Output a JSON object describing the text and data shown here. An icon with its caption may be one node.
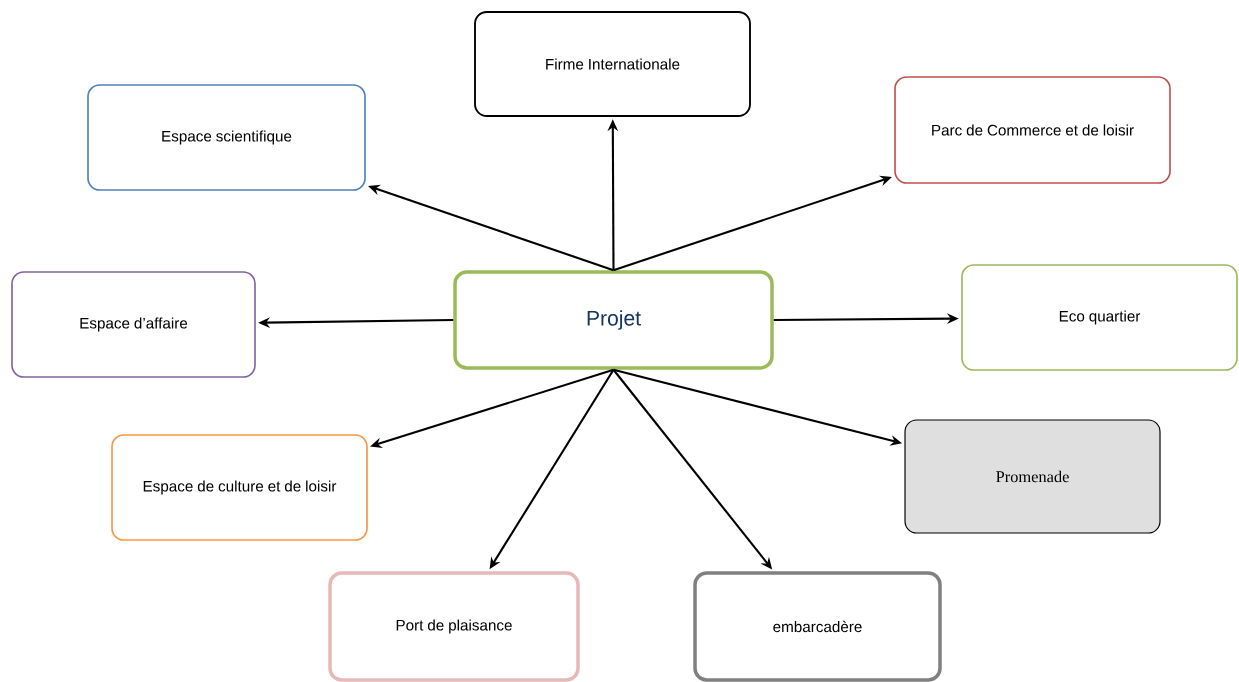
{
  "diagram": {
    "nodes": [
      {
        "text": [
          "Firme Internationale"
        ]
      },
      {
        "text": [
          "Espace scientifique"
        ]
      },
      {
        "text": [
          "Parc de Commerce et de loisir"
        ]
      },
      {
        "text": [
          "Espace d’affaire"
        ]
      },
      {
        "text": [
          "Projet"
        ]
      },
      {
        "text": [
          "Eco quartier"
        ]
      },
      {
        "text": [
          "Espace de culture et de loisir"
        ]
      },
      {
        "text": [
          "Promenade"
        ]
      },
      {
        "text": [
          "Port de plaisance"
        ]
      },
      {
        "text": [
          "embarcadère"
        ]
      }
    ],
    "edges": [
      {
        "from": 4,
        "to": 1,
        "arrow": "to"
      },
      {
        "from": 4,
        "to": 0,
        "arrow": "to"
      },
      {
        "from": 4,
        "to": 2,
        "arrow": "to"
      },
      {
        "from": 4,
        "to": 3,
        "arrow": "to"
      },
      {
        "from": 4,
        "to": 5,
        "arrow": "to"
      },
      {
        "from": 4,
        "to": 6,
        "arrow": "to"
      },
      {
        "from": 4,
        "to": 8,
        "arrow": "to"
      },
      {
        "from": 4,
        "to": 9,
        "arrow": "to"
      },
      {
        "from": 4,
        "to": 7,
        "arrow": "to"
      }
    ]
  }
}
